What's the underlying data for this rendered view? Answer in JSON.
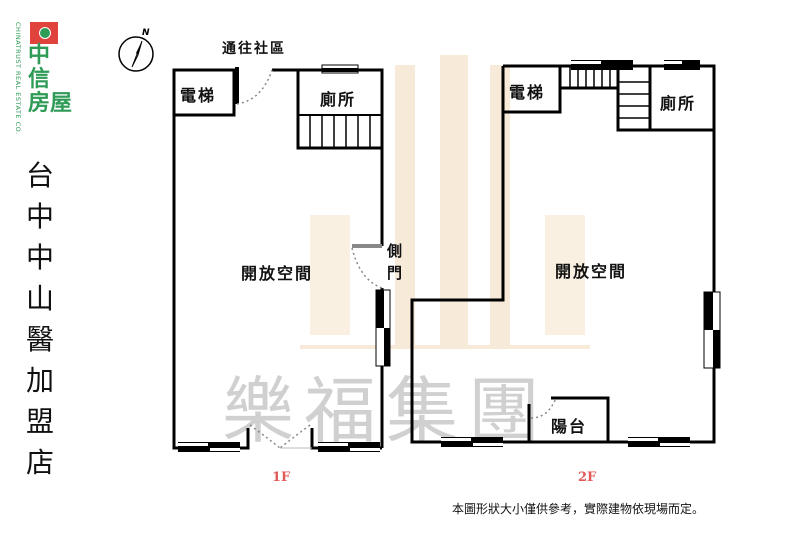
{
  "logo": {
    "side_text": "CHINATRUST REAL ESTATE CO.",
    "chars": [
      "中",
      "信",
      "房屋"
    ],
    "brand_color": "#2e9b56",
    "accent_color": "#e0423c"
  },
  "branch_name": {
    "chars": [
      "台",
      "中",
      "中",
      "山",
      "醫",
      "加",
      "盟",
      "店"
    ]
  },
  "compass": {
    "label": "N",
    "icon": "compass-north-icon"
  },
  "watermark": "樂福集團",
  "floor_1": {
    "label": "1F",
    "rooms": {
      "elevator": "電梯",
      "toilet": "廁所",
      "open_space": "開放空間"
    },
    "community_access": "通往社區",
    "side_door": [
      "側",
      "門"
    ]
  },
  "floor_2": {
    "label": "2F",
    "rooms": {
      "elevator": "電梯",
      "toilet": "廁所",
      "open_space": "開放空間",
      "balcony": "陽台"
    }
  },
  "disclaimer": "本圖形狀大小僅供參考，實際建物依現場而定。",
  "colors": {
    "wall": "#000000",
    "floor_label": "#e05a5a",
    "watermark": "#d0d0d0"
  }
}
